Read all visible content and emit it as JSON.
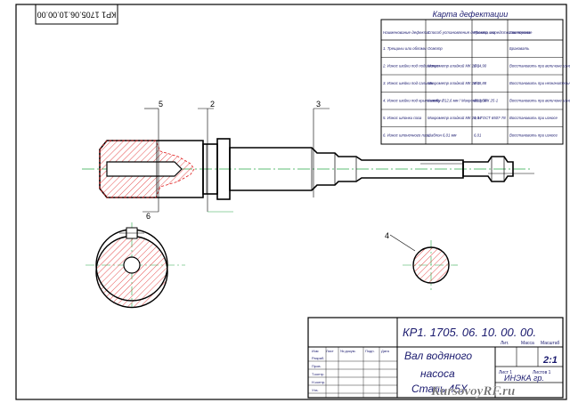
{
  "stamp_code": "КР1 1705.06.10.00.00",
  "defect_map": {
    "title": "Карта дефектации",
    "headers": [
      "Наименование дефекта",
      "Способ установления дефекта и средства контроля",
      "Размер, мм",
      "Заключение"
    ],
    "rows": [
      [
        "1. Трещины или обломы",
        "Осмотр",
        "",
        "Браковать"
      ],
      [
        "2. Износ шейки под подшипник",
        "Микрометр гладкий МК 25-1",
        "Ø14,90",
        "Восстановить при величине износа"
      ],
      [
        "3. Износ шейки под сальник",
        "Микрометр гладкий МК 25-1",
        "Ø18,88",
        "Восстановить при незначительном износе"
      ],
      [
        "4. Износ шейки под крыльчатку",
        "Калибр Ø12,6 мм / Микрометр МК 25-1",
        "Ø12,56",
        "Восстановить при величине износа"
      ],
      [
        "5. Износ шпонки паза",
        "Микрометр гладкий МК 25-1 ГОСТ 6507-78",
        "4,04",
        "Восстановить при износе"
      ],
      [
        "6. Износ шпоночного паза",
        "Шаблон 6,01 мм",
        "6,01",
        "Восстановить при износе"
      ]
    ]
  },
  "callouts": [
    "5",
    "2",
    "3",
    "6",
    "4"
  ],
  "title_block": {
    "designation": "КР1. 1705. 06. 10. 00. 00.",
    "name_line1": "Вал водяного",
    "name_line2": "насоса",
    "material": "Сталь 45Х",
    "scale": "2:1",
    "organization": "ИНЭКА гр.",
    "header_lit": "Лит.",
    "header_mass": "Масса",
    "header_scale": "Масштаб",
    "sheet": "Лист 1",
    "sheets": "Листов 1",
    "roles": [
      "Изм",
      "Лист",
      "№ докум.",
      "Подп.",
      "Дата",
      "Разраб.",
      "Пров.",
      "Т.контр.",
      "Н.контр.",
      "Утв."
    ]
  },
  "watermark": "KursovoyRF.ru",
  "colors": {
    "line": "#000000",
    "hatch": "#e02020",
    "axis": "#2aa84a",
    "ink": "#1a1a6e"
  }
}
